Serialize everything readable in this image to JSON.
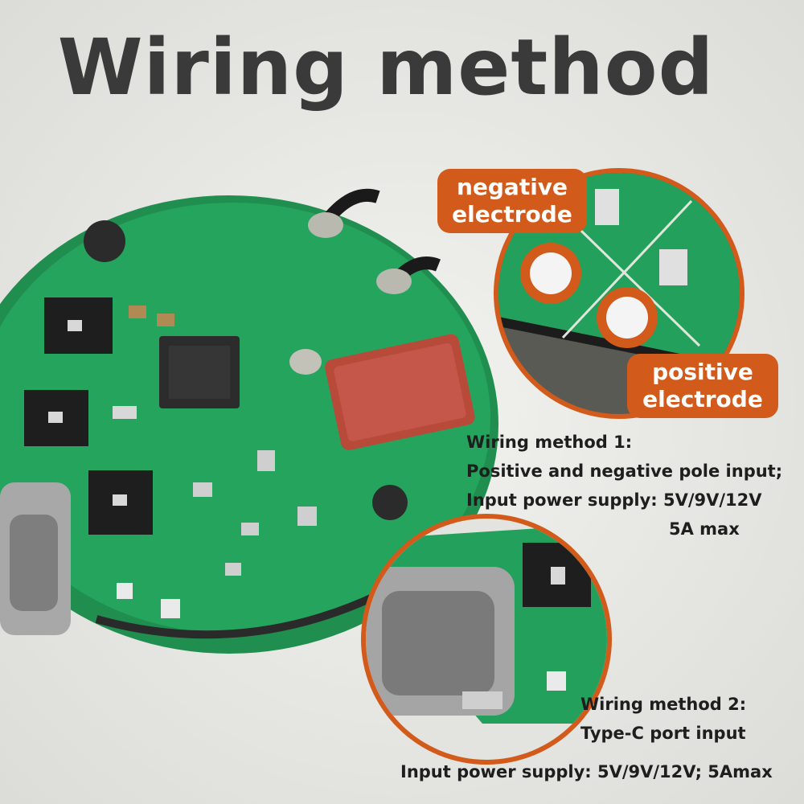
{
  "title": "Wiring method",
  "labels": {
    "negative": [
      "negative",
      "electrode"
    ],
    "positive": [
      "positive",
      "electrode"
    ]
  },
  "method1": {
    "heading": "Wiring method 1:",
    "line1": "Positive and negative pole input;",
    "line2": "Input power supply: 5V/9V/12V",
    "line3": "5A max"
  },
  "method2": {
    "heading": "Wiring method 2:",
    "line1": "Type-C port input"
  },
  "bottom": "Input power supply: 5V/9V/12V; 5Amax",
  "colors": {
    "accent": "#d25a1a",
    "pcb": "#23a15c",
    "background": "#e9e9e6"
  }
}
